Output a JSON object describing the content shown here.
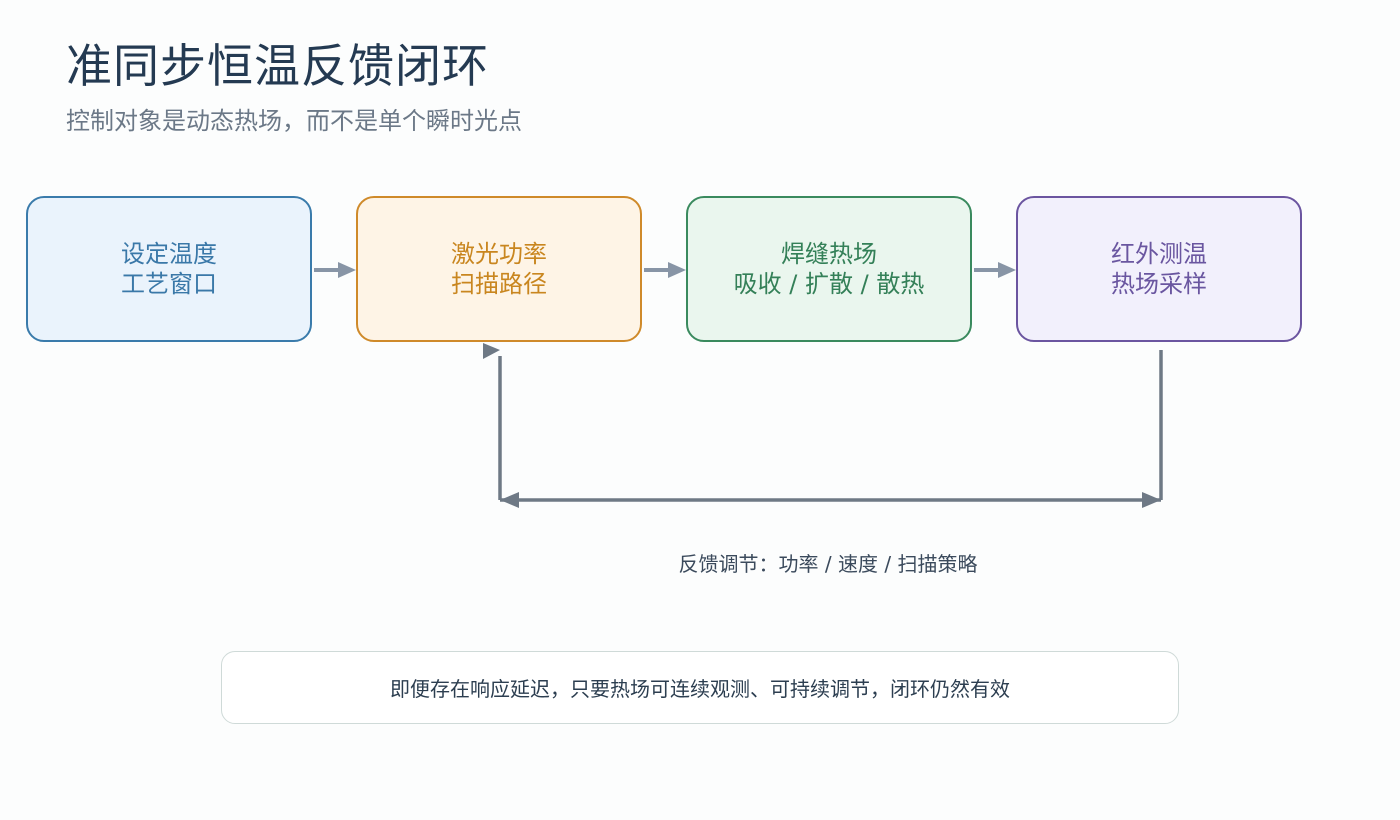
{
  "title": "准同步恒温反馈闭环",
  "subtitle": "控制对象是动态热场，而不是单个瞬时光点",
  "nodes": [
    {
      "line1": "设定温度",
      "line2": "工艺窗口",
      "border": "#3a7bab",
      "fill": "#eaf3fc",
      "text": "#3a78a8"
    },
    {
      "line1": "激光功率",
      "line2": "扫描路径",
      "border": "#cf8a2a",
      "fill": "#fef4e6",
      "text": "#c9861f"
    },
    {
      "line1": "焊缝热场",
      "line2": "吸收 / 扩散 / 散热",
      "border": "#3a8a5e",
      "fill": "#eaf6ee",
      "text": "#348058"
    },
    {
      "line1": "红外测温",
      "line2": "热场采样",
      "border": "#6b55a0",
      "fill": "#f2f0fc",
      "text": "#6a56a0"
    }
  ],
  "feedback_label": "反馈调节：功率 / 速度 / 扫描策略",
  "note": "即便存在响应延迟，只要热场可连续观测、可持续调节，闭环仍然有效",
  "colors": {
    "forward_arrow": "#8895a6",
    "feedback_line": "#6e7985"
  }
}
